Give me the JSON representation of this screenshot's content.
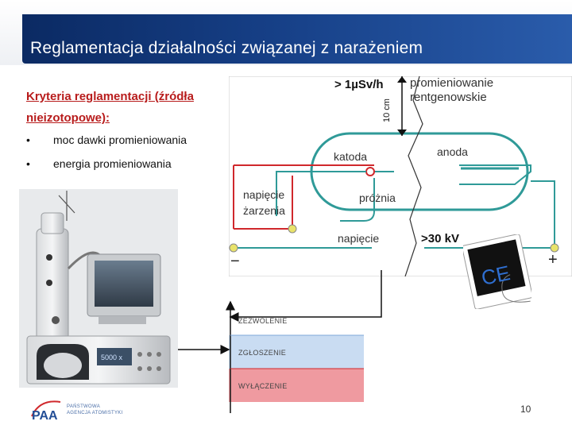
{
  "slide": {
    "title": "Reglamentacja działalności związanej z narażeniem",
    "subheading": "Kryteria reglamentacji (źródła nieizotopowe):",
    "bullets": [
      "moc dawki promieniowania",
      "energia promieniowania"
    ],
    "page_number": "10"
  },
  "diagram": {
    "dose_label": "> 1µSv/h",
    "distance_label": "10 cm",
    "radiation_label_line1": "promieniowanie",
    "radiation_label_line2": "rentgenowskie",
    "cathode": "katoda",
    "anode": "anoda",
    "vacuum": "próżnia",
    "heating_line1": "napięcie",
    "heating_line2": "żarzenia",
    "voltage": "napięcie",
    "voltage_value": ">30 kV",
    "minus": "−",
    "plus": "+"
  },
  "ce_mark": {
    "symbol": "CE"
  },
  "photo": {
    "screen_text": "5000 x"
  },
  "levels": [
    {
      "label": "ZEZWOLENIE",
      "color": "#ffffff"
    },
    {
      "label": "ZGŁOSZENIE",
      "color": "#c9dcf2"
    },
    {
      "label": "WYŁĄCZENIE",
      "color": "#ef9aa0"
    }
  ],
  "logo": {
    "line1": "PAŃSTWOWA",
    "line2": "AGENCJA ATOMISTYKI"
  },
  "colors": {
    "header": "#163f86",
    "subheading": "#b81c1c",
    "tube": "#2f9a98",
    "wire": "#d0282c",
    "arrow": "#111111"
  }
}
